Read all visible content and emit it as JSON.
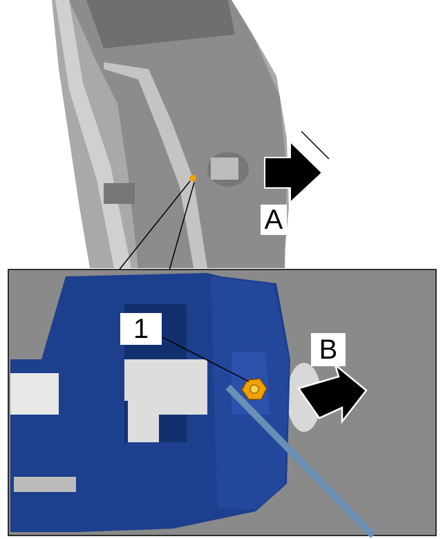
{
  "labels": {
    "callout_a": "A",
    "callout_b": "B",
    "item_1": "1"
  },
  "colors": {
    "door": "#8c8c8c",
    "inset_bg": "#8a8a8a",
    "lock_blue": "#1c3f8e",
    "nut_orange": "#f0a000",
    "arrow": "#000000"
  }
}
